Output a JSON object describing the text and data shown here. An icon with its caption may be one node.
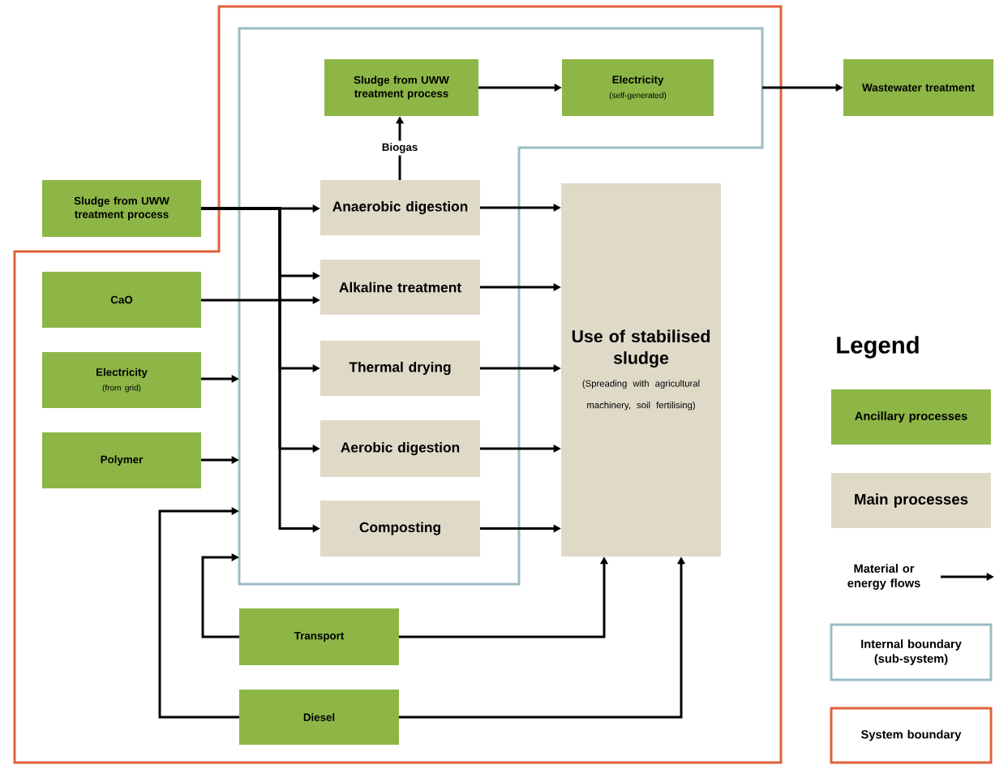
{
  "diagram": {
    "nodes": [
      {
        "text": [],
        "shape": "box"
      },
      {
        "text": [
          "Sludge from UWW treatment process"
        ],
        "in": 0
      },
      {
        "text": [
          "Electricity",
          "(self-generated)"
        ],
        "in": 0
      },
      {
        "text": [
          "Wastewater treatment"
        ]
      },
      {
        "text": [
          "Sludge from UWW treatment process"
        ]
      },
      {
        "text": [
          "Anaerobic digestion"
        ],
        "in": 0
      },
      {
        "text": [
          "Alkaline treatment"
        ],
        "in": 0
      },
      {
        "text": [
          "Thermal drying"
        ],
        "in": 0
      },
      {
        "text": [
          "Aerobic digestion"
        ],
        "in": 0
      },
      {
        "text": [
          "Composting"
        ],
        "in": 0
      },
      {
        "text": [
          "CaO"
        ]
      },
      {
        "text": [
          "Electricity",
          "(from grid)"
        ]
      },
      {
        "text": [
          "Polymer"
        ]
      },
      {
        "text": [
          "Use of stabilised sludge",
          "(Spreading with agricultural machinery, soil fertilising)"
        ]
      },
      {
        "text": [
          "Transport"
        ]
      },
      {
        "text": [
          "Diesel"
        ]
      }
    ],
    "edges": [
      {
        "from": 5,
        "to": 1,
        "arrow": "to",
        "label": "Biogas"
      },
      {
        "from": 1,
        "to": 2,
        "arrow": "to"
      },
      {
        "from": 0,
        "to": 3,
        "arrow": "to"
      },
      {
        "from": 4,
        "to": 5,
        "arrow": "to"
      },
      {
        "from": 4,
        "to": 6,
        "arrow": "to"
      },
      {
        "from": 4,
        "to": 7,
        "arrow": "to"
      },
      {
        "from": 4,
        "to": 8,
        "arrow": "to"
      },
      {
        "from": 4,
        "to": 9,
        "arrow": "to"
      },
      {
        "from": 10,
        "to": 6,
        "arrow": "to"
      },
      {
        "from": 11,
        "to": 0,
        "arrow": "to"
      },
      {
        "from": 12,
        "to": 0,
        "arrow": "to"
      },
      {
        "from": 14,
        "to": 0,
        "arrow": "to"
      },
      {
        "from": 15,
        "to": 0,
        "arrow": "to"
      },
      {
        "from": 5,
        "to": 13,
        "arrow": "to"
      },
      {
        "from": 6,
        "to": 13,
        "arrow": "to"
      },
      {
        "from": 7,
        "to": 13,
        "arrow": "to"
      },
      {
        "from": 8,
        "to": 13,
        "arrow": "to"
      },
      {
        "from": 9,
        "to": 13,
        "arrow": "to"
      },
      {
        "from": 14,
        "to": 13,
        "arrow": "to"
      },
      {
        "from": 15,
        "to": 13,
        "arrow": "to"
      }
    ],
    "labels": [
      "Legend"
    ],
    "legend": [
      {
        "text": "Ancillary processes",
        "color": "#8db646"
      },
      {
        "text": "Main processes",
        "color": "#dfd9c8"
      },
      {
        "text": "Material or energy flows"
      },
      {
        "text": "Internal boundary (sub-system)"
      },
      {
        "text": "System boundary"
      }
    ]
  }
}
